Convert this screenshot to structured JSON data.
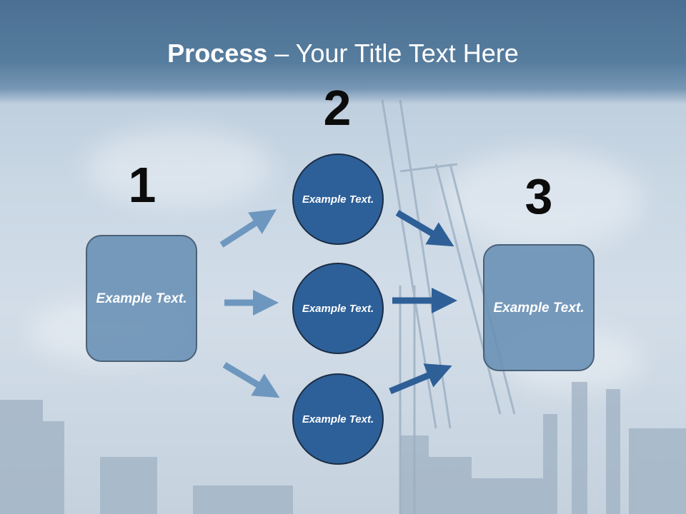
{
  "title": {
    "bold": "Process",
    "rest": " – Your Title Text Here"
  },
  "steps": [
    {
      "number": "1"
    },
    {
      "number": "2"
    },
    {
      "number": "3"
    }
  ],
  "left_box": {
    "text": "Example Text."
  },
  "circles": [
    {
      "text": "Example Text."
    },
    {
      "text": "Example Text."
    },
    {
      "text": "Example Text."
    }
  ],
  "right_box": {
    "text": "Example Text."
  },
  "colors": {
    "header": "#4a6f92",
    "box_fill": "#688fb4",
    "circle_fill": "#2d6098",
    "arrow_light": "#6e97bf",
    "arrow_dark": "#2e5f97"
  }
}
